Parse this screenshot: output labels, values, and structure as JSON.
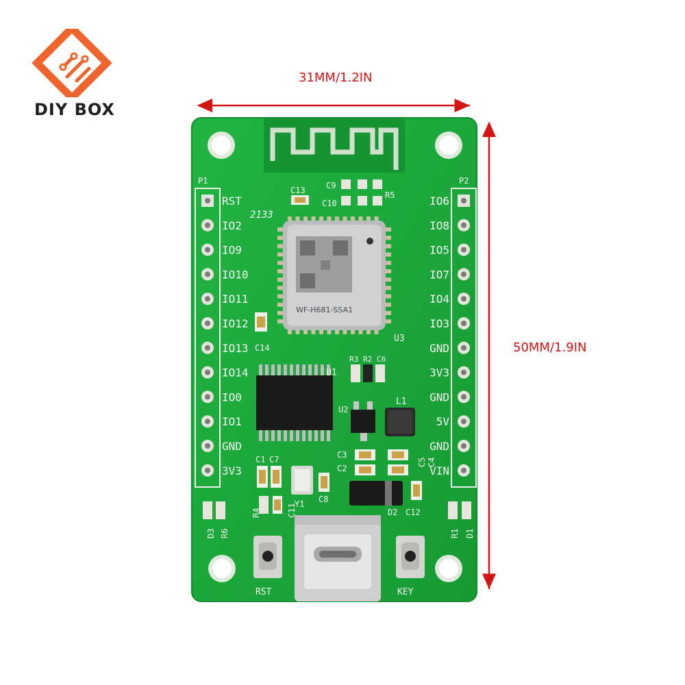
{
  "brand": {
    "name": "DIY BOX",
    "accent": "#f0642d"
  },
  "dimensions": {
    "width_label": "31MM/1.2IN",
    "height_label": "50MM/1.9IN",
    "color": "#d21414"
  },
  "board": {
    "pcb_color": "#1eab3c",
    "header_left_name": "P1",
    "header_right_name": "P2",
    "left_pins": [
      "RST",
      "IO2",
      "IO9",
      "IO10",
      "IO11",
      "IO12",
      "IO13",
      "IO14",
      "IO0",
      "IO1",
      "GND",
      "3V3"
    ],
    "right_pins": [
      "IO6",
      "IO8",
      "IO5",
      "IO7",
      "IO4",
      "IO3",
      "GND",
      "3V3",
      "GND",
      "5V",
      "GND",
      "VIN"
    ],
    "module_label": "WF-H681-SSA1",
    "components": {
      "c13": "C13",
      "c9": "C9",
      "c10": "C10",
      "r5": "R5",
      "c14": "C14",
      "u3": "U3",
      "u1": "U1",
      "u2": "U2",
      "l1": "L1",
      "r3": "R3",
      "r2": "R2",
      "c6": "C6",
      "c3": "C3",
      "c2": "C2",
      "c5": "C5",
      "c4": "C4",
      "c1": "C1",
      "c7": "C7",
      "y1": "Y1",
      "c8": "C8",
      "c11": "C11",
      "r4": "R4",
      "d3": "D3",
      "r6": "R6",
      "d2": "D2",
      "c12": "C12",
      "r1": "R1",
      "d1": "D1"
    },
    "silk_code": "2133",
    "buttons": {
      "reset": "RST",
      "key": "KEY"
    }
  }
}
